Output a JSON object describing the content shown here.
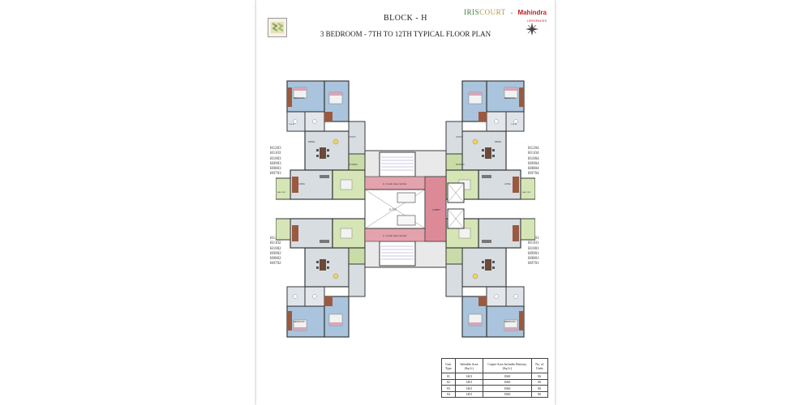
{
  "header": {
    "block_title": "BLOCK - H",
    "plan_title": "3 BEDROOM - 7TH TO 12TH  TYPICAL FLOOR PLAN"
  },
  "brand": {
    "logo_main": "IRIS",
    "logo_main2": "COURT",
    "logo_sep": "×",
    "partner": "Mahindra",
    "partner_sub": "LIFESPACES"
  },
  "units": {
    "left_top": [
      "H1203",
      "H1103",
      "H1003",
      "H0903",
      "H0803",
      "H0703"
    ],
    "left_bottom": [
      "H1202",
      "H1102",
      "H1002",
      "H0902",
      "H0802",
      "H0702"
    ],
    "right_top": [
      "H1204",
      "H1104",
      "H1004",
      "H0904",
      "H0804",
      "H0704"
    ],
    "right_bottom": [
      "H1201",
      "H1101",
      "H1001",
      "H0901",
      "H0801",
      "H0701"
    ]
  },
  "plan_labels": {
    "dts": "D.T.S",
    "lobby": "LOBBY",
    "corridor_top": "A - Fresh side corridor",
    "corridor_bottom": "A - Fresh side corridor",
    "bedroom": "BEDROOM",
    "kitchen": "KITCHEN",
    "utility": "UTILITY",
    "dining": "DINING",
    "living": "LIVING",
    "toilet": "TOILET",
    "balcony": "BALCONY"
  },
  "area_table": {
    "headers": [
      "Unit Type",
      "Saleable Area (Sq.ft.)",
      "Carpet Area Includes Balcony (Sq.ft.)",
      "No. of Units"
    ],
    "rows": [
      [
        "01",
        "1401",
        "1060",
        "06"
      ],
      [
        "02",
        "1401",
        "1060",
        "06"
      ],
      [
        "03",
        "1401",
        "1060",
        "06"
      ],
      [
        "04",
        "1401",
        "1060",
        "06"
      ]
    ]
  },
  "colors": {
    "bedroom_blue": "#a9c4dc",
    "bedroom_green": "#d6e5b6",
    "kitchen_green": "#c9dca8",
    "floor_gray": "#d8dde2",
    "corridor_pink": "#e3a2ac",
    "lobby_pink": "#dd8a98",
    "wall": "#3a3a3a"
  }
}
